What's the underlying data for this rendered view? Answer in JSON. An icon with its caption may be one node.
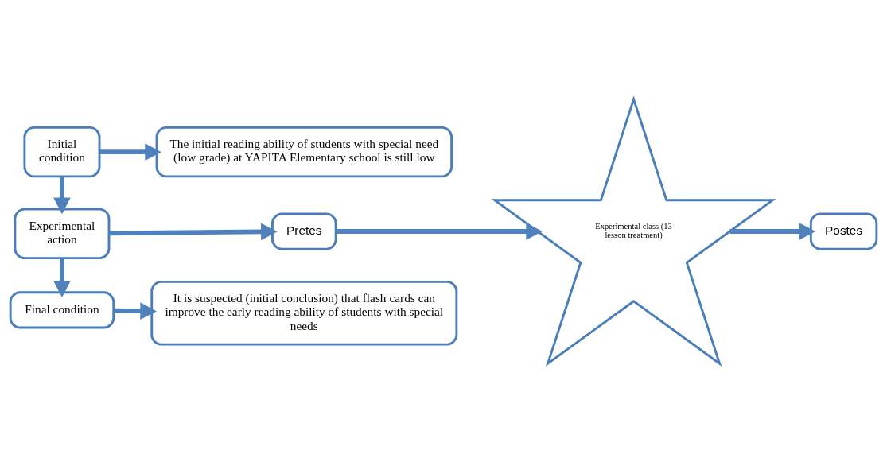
{
  "diagram": {
    "nodes": [
      {
        "text": [
          "Initial condition"
        ]
      },
      {
        "text": [
          "The initial reading ability of students with special need (low grade) at YAPITA Elementary school is still low"
        ]
      },
      {
        "text": [
          "Experimental action"
        ]
      },
      {
        "text": [
          "Pretes"
        ]
      },
      {
        "text": [
          "Experimental class (13 lesson treatment)"
        ]
      },
      {
        "text": [
          "Postes"
        ]
      },
      {
        "text": [
          "Final condition"
        ]
      },
      {
        "text": [
          "It is suspected (initial conclusion) that flash cards can improve the early reading ability of students with special needs"
        ]
      }
    ],
    "edges": [
      {
        "from": 0,
        "to": 1,
        "arrow": "to"
      },
      {
        "from": 0,
        "to": 2,
        "arrow": "to"
      },
      {
        "from": 2,
        "to": 3,
        "arrow": "to"
      },
      {
        "from": 3,
        "to": 4,
        "arrow": "to"
      },
      {
        "from": 4,
        "to": 5,
        "arrow": "to"
      },
      {
        "from": 2,
        "to": 6,
        "arrow": "to"
      },
      {
        "from": 6,
        "to": 7,
        "arrow": "to"
      }
    ]
  }
}
